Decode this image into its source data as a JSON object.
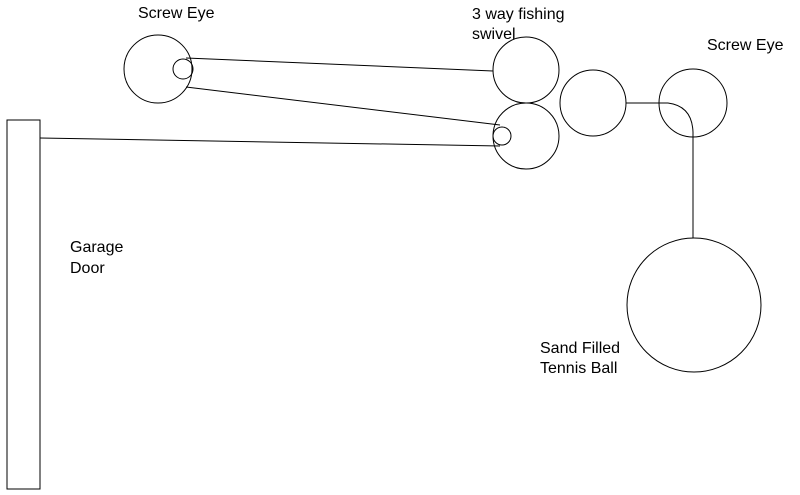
{
  "diagram": {
    "labels": {
      "screw_eye_left": "Screw Eye",
      "swivel_line1": "3 way fishing",
      "swivel_line2": "swivel",
      "screw_eye_right": "Screw Eye",
      "garage_line1": "Garage",
      "garage_line2": "Door",
      "ball_line1": "Sand Filled",
      "ball_line2": "Tennis Ball"
    },
    "stroke_color": "#000000",
    "background_color": "#ffffff"
  }
}
